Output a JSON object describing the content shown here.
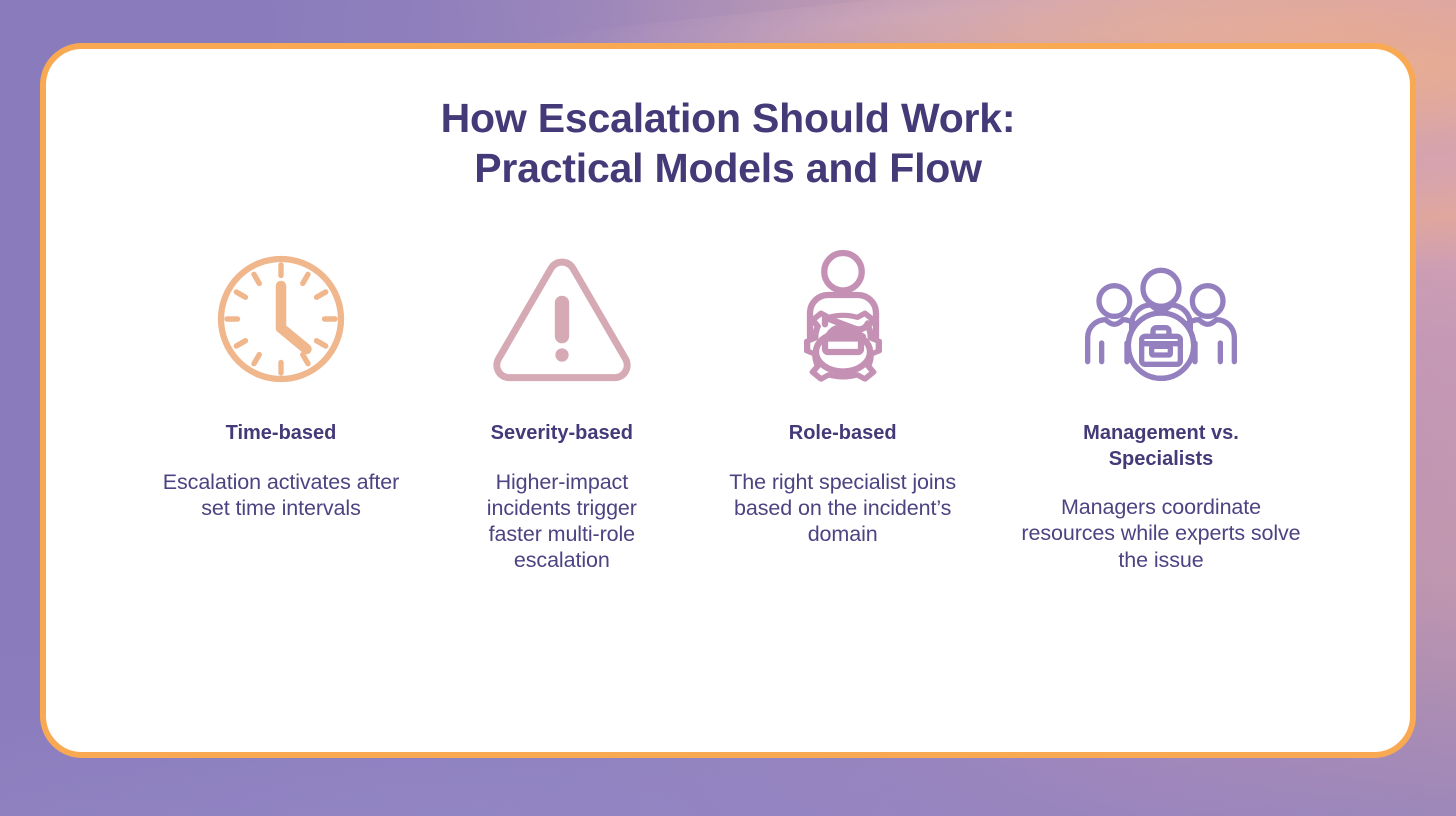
{
  "theme": {
    "card_border_color": "#f9a952",
    "card_background": "#ffffff",
    "title_color": "#443a78",
    "body_text_color": "#4c4482",
    "background_purple": "#8a7cbc",
    "background_pink": "#c79ba8"
  },
  "slide": {
    "title_line_1": "How Escalation Should Work:",
    "title_line_2": "Practical Models and Flow"
  },
  "columns": [
    {
      "icon": "clock-icon",
      "icon_color": "#f0b68c",
      "title": "Time-based",
      "body": "Escalation activates after set time intervals"
    },
    {
      "icon": "warning-triangle-icon",
      "icon_color": "#d6aab4",
      "title": "Severity-based",
      "body": "Higher-impact incidents trigger faster multi-role escalation"
    },
    {
      "icon": "person-gear-icon",
      "icon_color": "#c491b4",
      "title": "Role-based",
      "body": "The right specialist joins based on the incident’s domain"
    },
    {
      "icon": "team-briefcase-icon",
      "icon_color": "#9480bf",
      "title": "Management vs. Specialists",
      "body": "Managers coordinate resources while experts solve the issue"
    }
  ]
}
